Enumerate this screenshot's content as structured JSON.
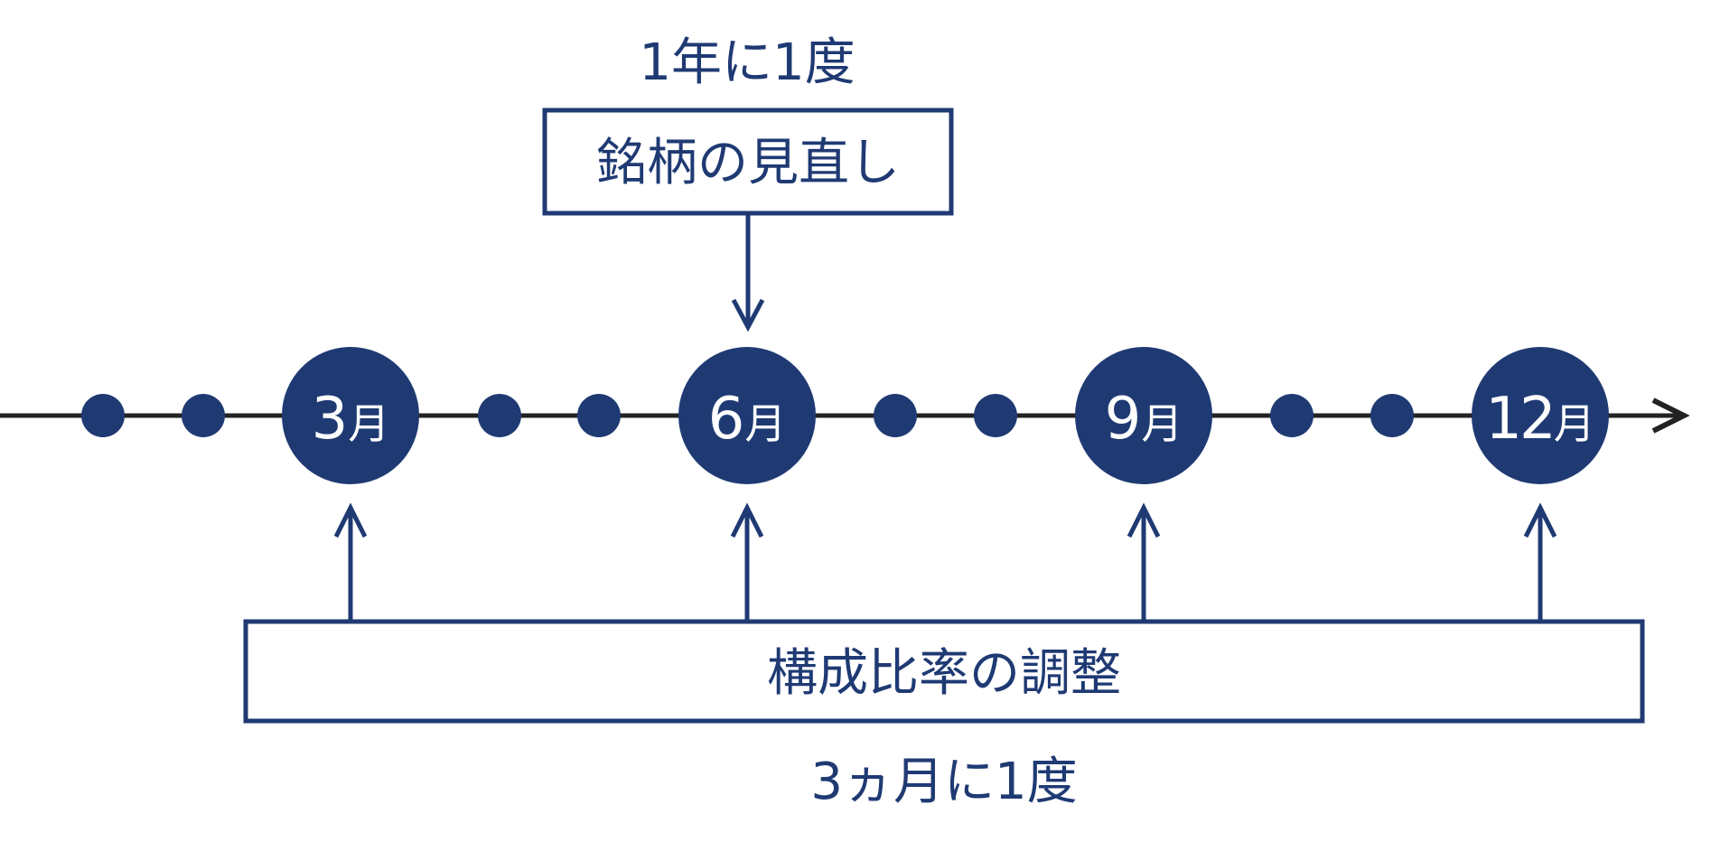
{
  "top_note": "1年に1度",
  "top_box_label": "銘柄の見直し",
  "bottom_box_label": "構成比率の調整",
  "bottom_note": "3ヵ月に1度",
  "months": [
    {
      "num": "3",
      "unit": "月"
    },
    {
      "num": "6",
      "unit": "月"
    },
    {
      "num": "9",
      "unit": "月"
    },
    {
      "num": "12",
      "unit": "月"
    }
  ],
  "colors": {
    "navy": "#1f3a73",
    "timeline": "#222222",
    "white": "#ffffff"
  }
}
